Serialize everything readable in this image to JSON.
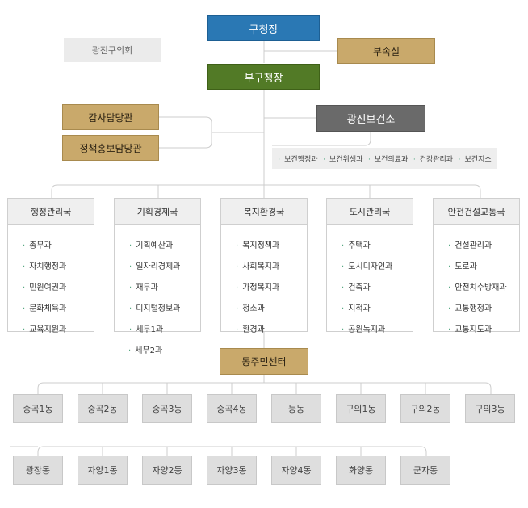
{
  "top": {
    "mayor": "구청장",
    "council": "광진구의회",
    "secretariat": "부속실",
    "deputy_mayor": "부구청장"
  },
  "staff": {
    "audit": "감사담당관",
    "policy": "정책홍보담당관"
  },
  "health_center": {
    "title": "광진보건소",
    "divisions": [
      "보건행정과",
      "보건위생과",
      "보건의료과",
      "건강관리과",
      "보건지소"
    ]
  },
  "departments": [
    {
      "name": "행정관리국",
      "divisions": [
        "총무과",
        "자치행정과",
        "민원여권과",
        "문화체육과",
        "교육지원과"
      ]
    },
    {
      "name": "기획경제국",
      "divisions": [
        "기획예산과",
        "일자리경제과",
        "재무과",
        "디지털정보과",
        "세무1과"
      ],
      "extra": "세무2과"
    },
    {
      "name": "복지환경국",
      "divisions": [
        "복지정책과",
        "사회복지과",
        "가정복지과",
        "청소과",
        "환경과"
      ]
    },
    {
      "name": "도시관리국",
      "divisions": [
        "주택과",
        "도시디자인과",
        "건축과",
        "지적과",
        "공원녹지과"
      ]
    },
    {
      "name": "안전건설교통국",
      "divisions": [
        "건설관리과",
        "도로과",
        "안전치수방재과",
        "교통행정과",
        "교통지도과"
      ]
    }
  ],
  "community_center": {
    "title": "동주민센터",
    "row1": [
      "중곡1동",
      "중곡2동",
      "중곡3동",
      "중곡4동",
      "능동",
      "구의1동",
      "구의2동",
      "구의3동"
    ],
    "row2": [
      "광장동",
      "자양1동",
      "자양2동",
      "자양3동",
      "자양4동",
      "화양동",
      "군자동"
    ]
  },
  "colors": {
    "mayor": "#2a78b4",
    "deputy": "#527a26",
    "staff_gold": "#c9a96b",
    "health": "#6a6a6a",
    "bullet": "#4aa27a",
    "line": "#cccccc"
  }
}
